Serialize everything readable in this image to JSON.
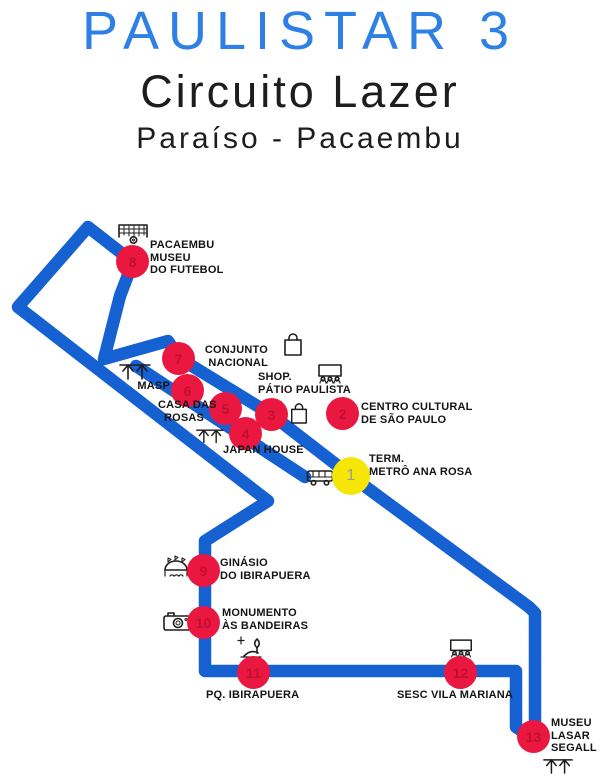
{
  "title": {
    "line1": "PAULISTAR 3",
    "line2": "Circuito Lazer",
    "line3": "Paraíso - Pacaembu"
  },
  "colors": {
    "route_blue": "#1561D1",
    "title_blue": "#2F80E4",
    "stop_red": "#EA1740",
    "stop_number_red": "#C00F31",
    "terminal_yellow": "#F5E605",
    "terminal_number_gray": "#9B9B9B",
    "label_text": "#141414"
  },
  "stops": [
    {
      "number": "1",
      "type": "terminal",
      "name_lines": [
        "TERM.",
        "METRÔ ANA ROSA"
      ]
    },
    {
      "number": "2",
      "type": "stop",
      "name_lines": [
        "CENTRO CULTURAL",
        "DE SÃO PAULO"
      ]
    },
    {
      "number": "3",
      "type": "stop",
      "name_lines": [
        "SHOP.",
        "PÁTIO PAULISTA"
      ]
    },
    {
      "number": "4",
      "type": "stop",
      "name_lines": [
        "JAPAN HOUSE"
      ]
    },
    {
      "number": "5",
      "type": "stop",
      "name_lines": [
        "CASA DAS",
        "ROSAS"
      ]
    },
    {
      "number": "6",
      "type": "stop",
      "name_lines": [
        "MASP"
      ]
    },
    {
      "number": "7",
      "type": "stop",
      "name_lines": [
        "CONJUNTO",
        "NACIONAL"
      ]
    },
    {
      "number": "8",
      "type": "stop",
      "name_lines": [
        "PACAEMBU",
        "MUSEU",
        "DO FUTEBOL"
      ]
    },
    {
      "number": "9",
      "type": "stop",
      "name_lines": [
        "GINÁSIO",
        "DO IBIRAPUERA"
      ]
    },
    {
      "number": "10",
      "type": "stop",
      "name_lines": [
        "MONUMENTO",
        "ÀS BANDEIRAS"
      ]
    },
    {
      "number": "11",
      "type": "stop",
      "name_lines": [
        "PQ. IBIRAPUERA"
      ]
    },
    {
      "number": "12",
      "type": "stop",
      "name_lines": [
        "SESC VILA MARIANA"
      ]
    },
    {
      "number": "13",
      "type": "stop",
      "name_lines": [
        "MUSEU",
        "LASAR",
        "SEGALL"
      ]
    }
  ],
  "icons": [
    "soccer-goal-icon",
    "masp-building-icon",
    "shopping-bag-icon",
    "audience-screen-icon",
    "shopping-bag-icon",
    "torii-structure-icon",
    "bus-icon",
    "gym-dome-icon",
    "camera-icon",
    "park-sculpture-icon",
    "audience-screen-icon",
    "museum-structure-icon"
  ]
}
